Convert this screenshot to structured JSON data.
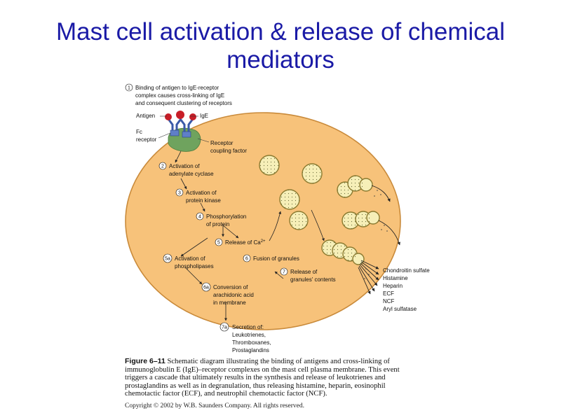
{
  "title": {
    "line1": "Mast cell activation & release of chemical",
    "line2": "mediators"
  },
  "steps": {
    "s1": {
      "num": "1",
      "lines": [
        "Binding of antigen to IgE-receptor",
        "complex causes cross-linking of IgE",
        "and consequent clustering of receptors"
      ]
    },
    "s2": {
      "num": "2",
      "lines": [
        "Activation of",
        "adenylate cyclase"
      ]
    },
    "s3": {
      "num": "3",
      "lines": [
        "Activation of",
        "protein kinase"
      ]
    },
    "s4": {
      "num": "4",
      "lines": [
        "Phosphorylation",
        "of protein"
      ]
    },
    "s5": {
      "num": "5",
      "text": "Release of Ca",
      "sup": "2+"
    },
    "s5a": {
      "num": "5a",
      "lines": [
        "Activation of",
        "phospholipases"
      ]
    },
    "s6": {
      "num": "6",
      "text": "Fusion of granules"
    },
    "s6a": {
      "num": "6a",
      "lines": [
        "Conversion of",
        "arachidonic acid",
        "in membrane"
      ]
    },
    "s7": {
      "num": "7",
      "lines": [
        "Release of",
        "granules' contents"
      ]
    },
    "s7a": {
      "num": "7a",
      "lines": [
        "Secretion of:",
        "Leukotrienes,",
        "Thromboxanes,",
        "Prostaglandins"
      ]
    }
  },
  "labels": {
    "antigen": "Antigen",
    "ige": "IgE",
    "fc_receptor": [
      "Fc",
      "receptor"
    ],
    "receptor_coupling": [
      "Receptor",
      "coupling factor"
    ]
  },
  "released_mediators": [
    "Chondroitin sulfate",
    "Histamine",
    "Heparin",
    "ECF",
    "NCF",
    "Aryl sulfatase"
  ],
  "caption": {
    "figure_label": "Figure 6–11",
    "text": "Schematic diagram illustrating the binding of antigens and cross-linking of immunoglobulin E (IgE)–receptor complexes on the mast cell plasma membrane. This event triggers a cascade that ultimately results in the synthesis and release of leukotrienes and prostaglandins as well as in degranulation, thus releasing histamine, heparin, eosinophil chemotactic factor (ECF), and neutrophil chemotactic factor (NCF)."
  },
  "copyright": "Copyright © 2002 by W.B. Saunders Company. All rights reserved.",
  "colors": {
    "title": "#1a1aa6",
    "cell_fill": "#f7c27a",
    "cell_stroke": "#c98a3a",
    "granule_fill": "#f6efb8",
    "receptor_green": "#6fa35e",
    "antigen_red": "#c81e28",
    "receptor_blue": "#3a5aa8"
  }
}
